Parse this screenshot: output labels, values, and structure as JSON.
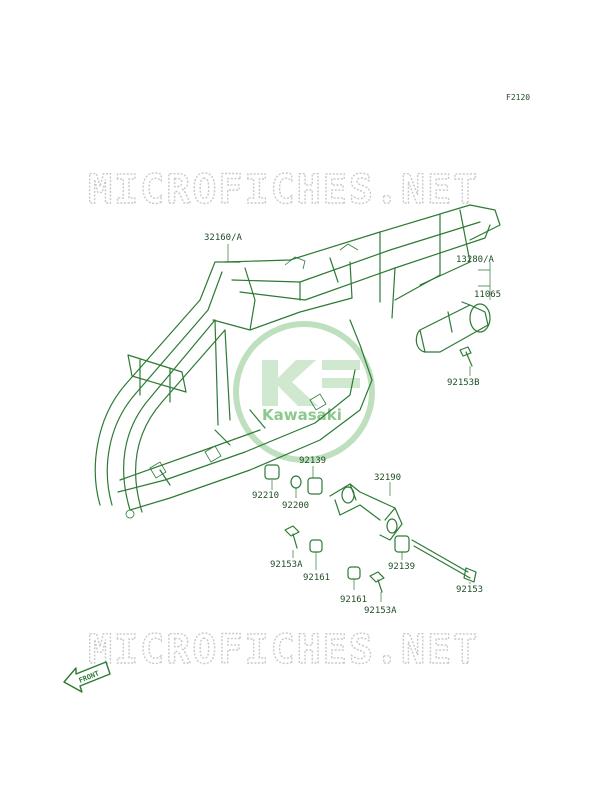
{
  "figure_code": "F2120",
  "watermark": "MICROFICHES.NET",
  "brand": "Kawasaki",
  "front_label": "FRONT",
  "callouts": [
    {
      "id": "frame",
      "text": "32160/A"
    },
    {
      "id": "guard-assy",
      "text": "13280/A"
    },
    {
      "id": "guard",
      "text": "11065"
    },
    {
      "id": "bolt-b",
      "text": "92153B"
    },
    {
      "id": "collar-1",
      "text": "92139"
    },
    {
      "id": "bush-1",
      "text": "92210"
    },
    {
      "id": "washer",
      "text": "92200"
    },
    {
      "id": "bracket",
      "text": "32190"
    },
    {
      "id": "bolt-a-1",
      "text": "92153A"
    },
    {
      "id": "cap-1",
      "text": "92161"
    },
    {
      "id": "collar-2",
      "text": "92139"
    },
    {
      "id": "cap-2",
      "text": "92161"
    },
    {
      "id": "long-bolt",
      "text": "92153"
    },
    {
      "id": "bolt-a-2",
      "text": "92153A"
    }
  ],
  "colors": {
    "line": "#2d7a35",
    "text": "#1f4d24",
    "watermark": "#c9c9c9",
    "logo": "#bfe0bf"
  }
}
